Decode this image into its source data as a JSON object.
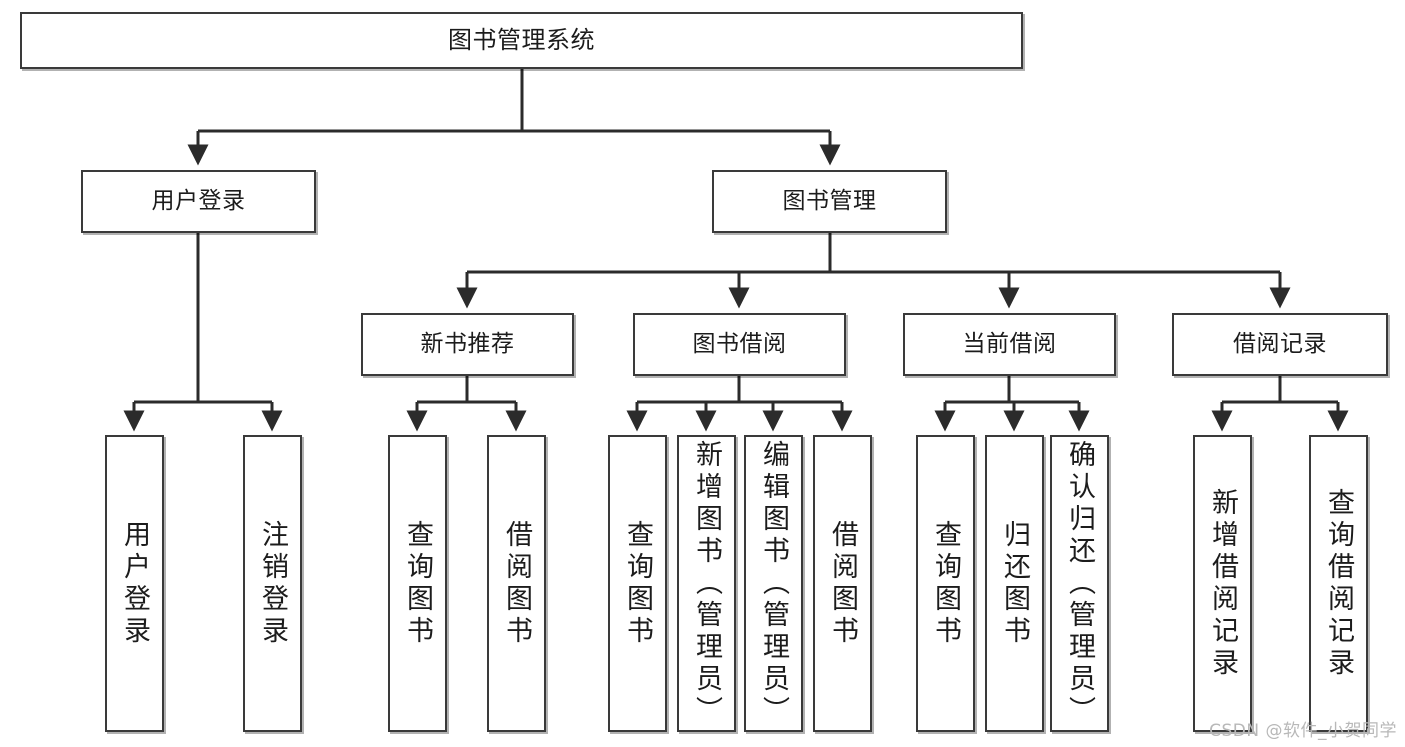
{
  "diagram": {
    "title": "图书管理系统",
    "watermark": "CSDN @软件_小贺同学",
    "colors": {
      "box_border": "#3a3a3a",
      "box_fill": "#ffffff",
      "edge": "#2b2b2b",
      "watermark": "#b8b8b8"
    },
    "root": {
      "label": "图书管理系统"
    },
    "level2": [
      {
        "label": "用户登录"
      },
      {
        "label": "图书管理"
      }
    ],
    "level3": [
      {
        "label": "新书推荐"
      },
      {
        "label": "图书借阅"
      },
      {
        "label": "当前借阅"
      },
      {
        "label": "借阅记录"
      }
    ],
    "leaves": {
      "user_login": [
        {
          "label": "用户登录"
        },
        {
          "label": "注销登录"
        }
      ],
      "new_book_recommend": [
        {
          "label": "查询图书"
        },
        {
          "label": "借阅图书"
        }
      ],
      "book_borrow": [
        {
          "label": "查询图书"
        },
        {
          "label": "新增图书（管理员）"
        },
        {
          "label": "编辑图书（管理员）"
        },
        {
          "label": "借阅图书"
        }
      ],
      "current_borrow": [
        {
          "label": "查询图书"
        },
        {
          "label": "归还图书"
        },
        {
          "label": "确认归还（管理员）"
        }
      ],
      "borrow_record": [
        {
          "label": "新增借阅记录"
        },
        {
          "label": "查询借阅记录"
        }
      ]
    }
  }
}
